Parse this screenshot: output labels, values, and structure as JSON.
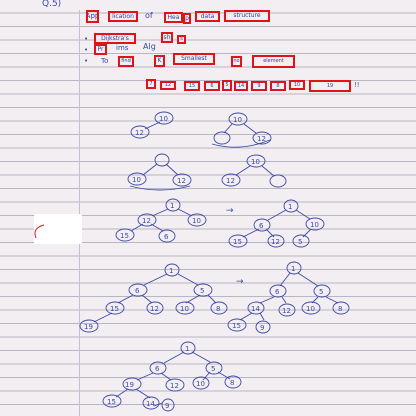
{
  "question_number": "Q.5)",
  "annotations": [
    "App",
    "lication",
    "of",
    "Hea",
    "p",
    "data",
    "structure",
    "Dijkstra's",
    "sh",
    "s",
    "Pr",
    "ims",
    "Alg",
    "To",
    "find",
    "K",
    "Smallest",
    "no",
    "element",
    "7",
    "12",
    "15",
    "6",
    "5",
    "14",
    "9",
    "8",
    "10",
    "19"
  ],
  "arrows": [
    "→",
    "→"
  ],
  "tree_values": [
    "10",
    "12",
    "12",
    "15",
    "1",
    "6",
    "5",
    "14",
    "9",
    "8",
    "19"
  ]
}
